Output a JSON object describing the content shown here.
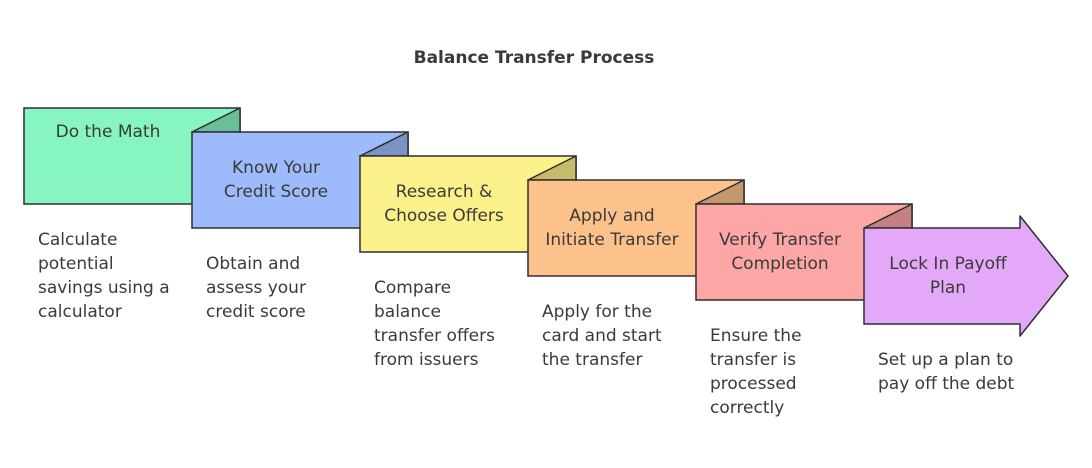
{
  "title": "Balance Transfer Process",
  "steps": [
    {
      "label": [
        "Do the Math"
      ],
      "description": [
        "Calculate",
        "potential",
        "savings using a",
        "calculator"
      ],
      "color": "#86f5c1"
    },
    {
      "label": [
        "Know Your",
        "Credit Score"
      ],
      "description": [
        "Obtain and",
        "assess your",
        "credit score"
      ],
      "color": "#9dbbfb"
    },
    {
      "label": [
        "Research &",
        "Choose Offers"
      ],
      "description": [
        "Compare",
        "balance",
        "transfer offers",
        "from issuers"
      ],
      "color": "#fbf18a"
    },
    {
      "label": [
        "Apply and",
        "Initiate Transfer"
      ],
      "description": [
        "Apply for the",
        "card and start",
        "the transfer"
      ],
      "color": "#fdc28c"
    },
    {
      "label": [
        "Verify Transfer",
        "Completion"
      ],
      "description": [
        "Ensure the",
        "transfer is",
        "processed",
        "correctly"
      ],
      "color": "#fda6a6"
    },
    {
      "label": [
        "Lock In Payoff",
        "Plan"
      ],
      "description": [
        "Set up a plan to",
        "pay off the debt"
      ],
      "color": "#e3a8f7"
    }
  ]
}
